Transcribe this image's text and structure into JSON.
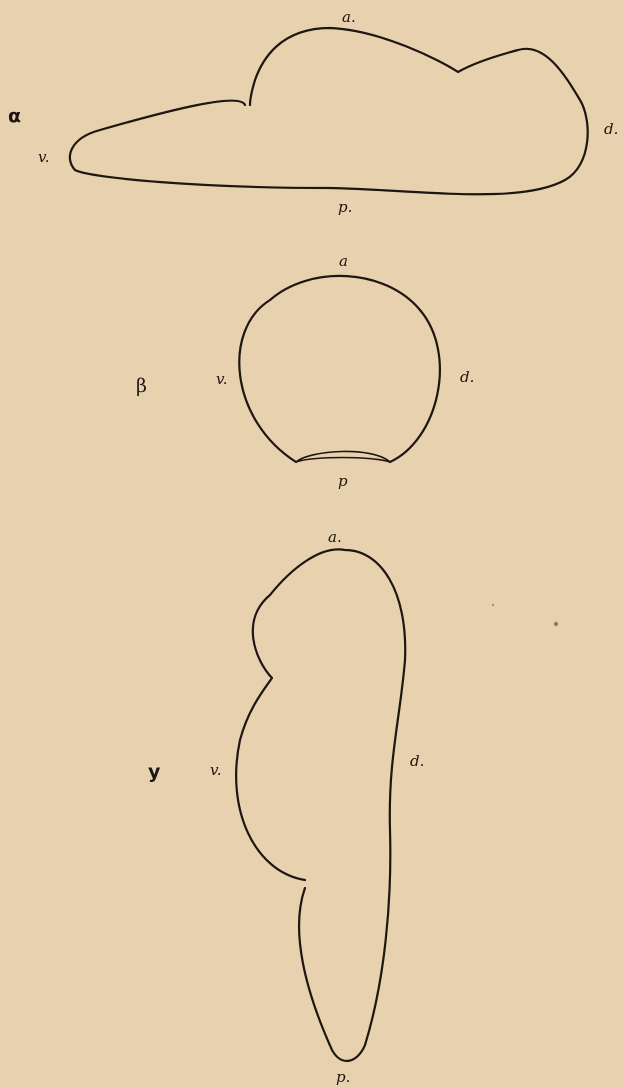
{
  "figures": [
    {
      "id": "alpha",
      "figure_label": "α",
      "labels": {
        "anterior": "a.",
        "dorsal": "d.",
        "posterior": "p.",
        "ventral": "v."
      }
    },
    {
      "id": "beta",
      "figure_label": "β",
      "labels": {
        "anterior": "a",
        "dorsal": "d.",
        "posterior": "p",
        "ventral": "v."
      }
    },
    {
      "id": "gamma",
      "figure_label": "y",
      "labels": {
        "anterior": "a.",
        "dorsal": "d.",
        "posterior": "p.",
        "ventral": "v."
      }
    }
  ]
}
